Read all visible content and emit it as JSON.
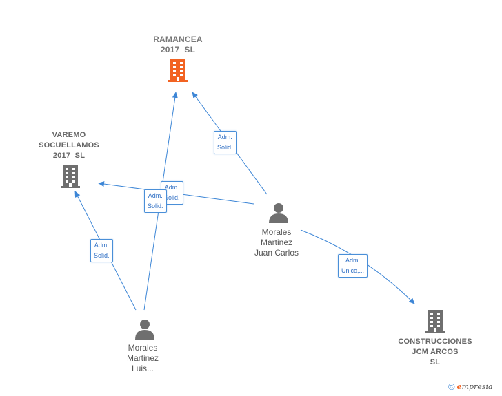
{
  "colors": {
    "edge": "#3d86d6",
    "company_main": "#f26322",
    "company": "#6f6f6f",
    "person": "#6f6f6f"
  },
  "nodes": {
    "ramancea": {
      "lines": [
        "RAMANCEA",
        "2017  SL"
      ],
      "icon": "building-icon"
    },
    "varemo": {
      "lines": [
        "VAREMO",
        "SOCUELLAMOS",
        "2017  SL"
      ],
      "icon": "building-icon"
    },
    "construcciones": {
      "lines": [
        "CONSTRUCCIONES",
        "JCM ARCOS",
        "SL"
      ],
      "icon": "building-icon"
    },
    "juan_carlos": {
      "lines": [
        "Morales",
        "Martinez",
        "Juan Carlos"
      ],
      "icon": "person-icon"
    },
    "luis": {
      "lines": [
        "Morales",
        "Martinez",
        "Luis..."
      ],
      "icon": "person-icon"
    }
  },
  "edges": {
    "jc_ramancea": {
      "lines": [
        "Adm.",
        "Solid."
      ]
    },
    "jc_varemo": {
      "lines": [
        "Adm.",
        "Solid."
      ]
    },
    "luis_ramancea": {
      "lines": [
        "Adm.",
        "Solid."
      ]
    },
    "luis_varemo": {
      "lines": [
        "Adm.",
        "Solid."
      ]
    },
    "jc_construcciones": {
      "lines": [
        "Adm.",
        "Unico,..."
      ]
    }
  },
  "footer": {
    "copyright": "©",
    "brand_initial": "e",
    "brand_rest": "mpresia"
  }
}
